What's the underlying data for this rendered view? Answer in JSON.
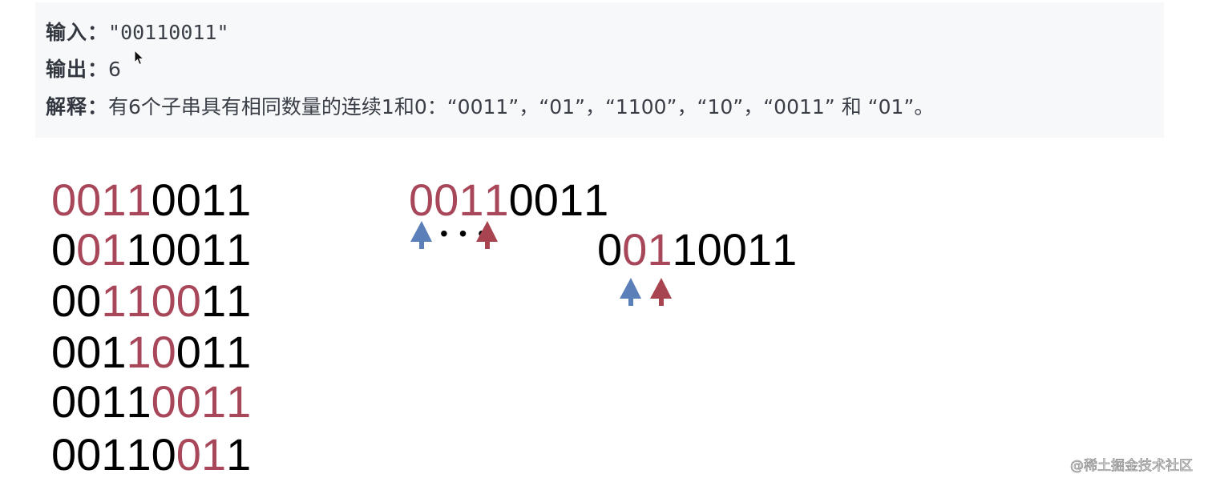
{
  "example": {
    "input_label": "输入：",
    "input_value": "\"00110011\"",
    "output_label": "输出：",
    "output_value": "6",
    "explain_label": "解释：",
    "explain_value": "有6个子串具有相同数量的连续1和0：“0011”，“01”，“1100”，“10”，“0011” 和 “01”。"
  },
  "colors": {
    "highlight": "#a8465a",
    "normal": "#000000",
    "arrow_blue": "#5b7fb8",
    "arrow_red": "#a84350",
    "box_bg": "#f7f8fa"
  },
  "substring_list": [
    {
      "digits": [
        "0",
        "0",
        "1",
        "1",
        "0",
        "0",
        "1",
        "1"
      ],
      "highlight": [
        0,
        1,
        2,
        3
      ]
    },
    {
      "digits": [
        "0",
        "0",
        "1",
        "1",
        "0",
        "0",
        "1",
        "1"
      ],
      "highlight": [
        1,
        2
      ]
    },
    {
      "digits": [
        "0",
        "0",
        "1",
        "1",
        "0",
        "0",
        "1",
        "1"
      ],
      "highlight": [
        2,
        3,
        4,
        5
      ]
    },
    {
      "digits": [
        "0",
        "0",
        "1",
        "1",
        "0",
        "0",
        "1",
        "1"
      ],
      "highlight": [
        3,
        4
      ]
    },
    {
      "digits": [
        "0",
        "0",
        "1",
        "1",
        "0",
        "0",
        "1",
        "1"
      ],
      "highlight": [
        4,
        5,
        6,
        7
      ]
    },
    {
      "digits": [
        "0",
        "0",
        "1",
        "1",
        "0",
        "0",
        "1",
        "1"
      ],
      "highlight": [
        5,
        6
      ]
    }
  ],
  "pointer_diagrams": [
    {
      "digits": [
        "0",
        "0",
        "1",
        "1",
        "0",
        "0",
        "1",
        "1"
      ],
      "highlight": [
        0,
        1,
        2,
        3
      ],
      "left_pointer": "blue-arrow",
      "right_pointer": "red-arrow",
      "ellipsis": "• • •"
    },
    {
      "digits": [
        "0",
        "0",
        "1",
        "1",
        "0",
        "0",
        "1",
        "1"
      ],
      "highlight": [
        1,
        2
      ],
      "left_pointer": "blue-arrow",
      "right_pointer": "red-arrow"
    }
  ],
  "watermark": "@稀土掘金技术社区"
}
